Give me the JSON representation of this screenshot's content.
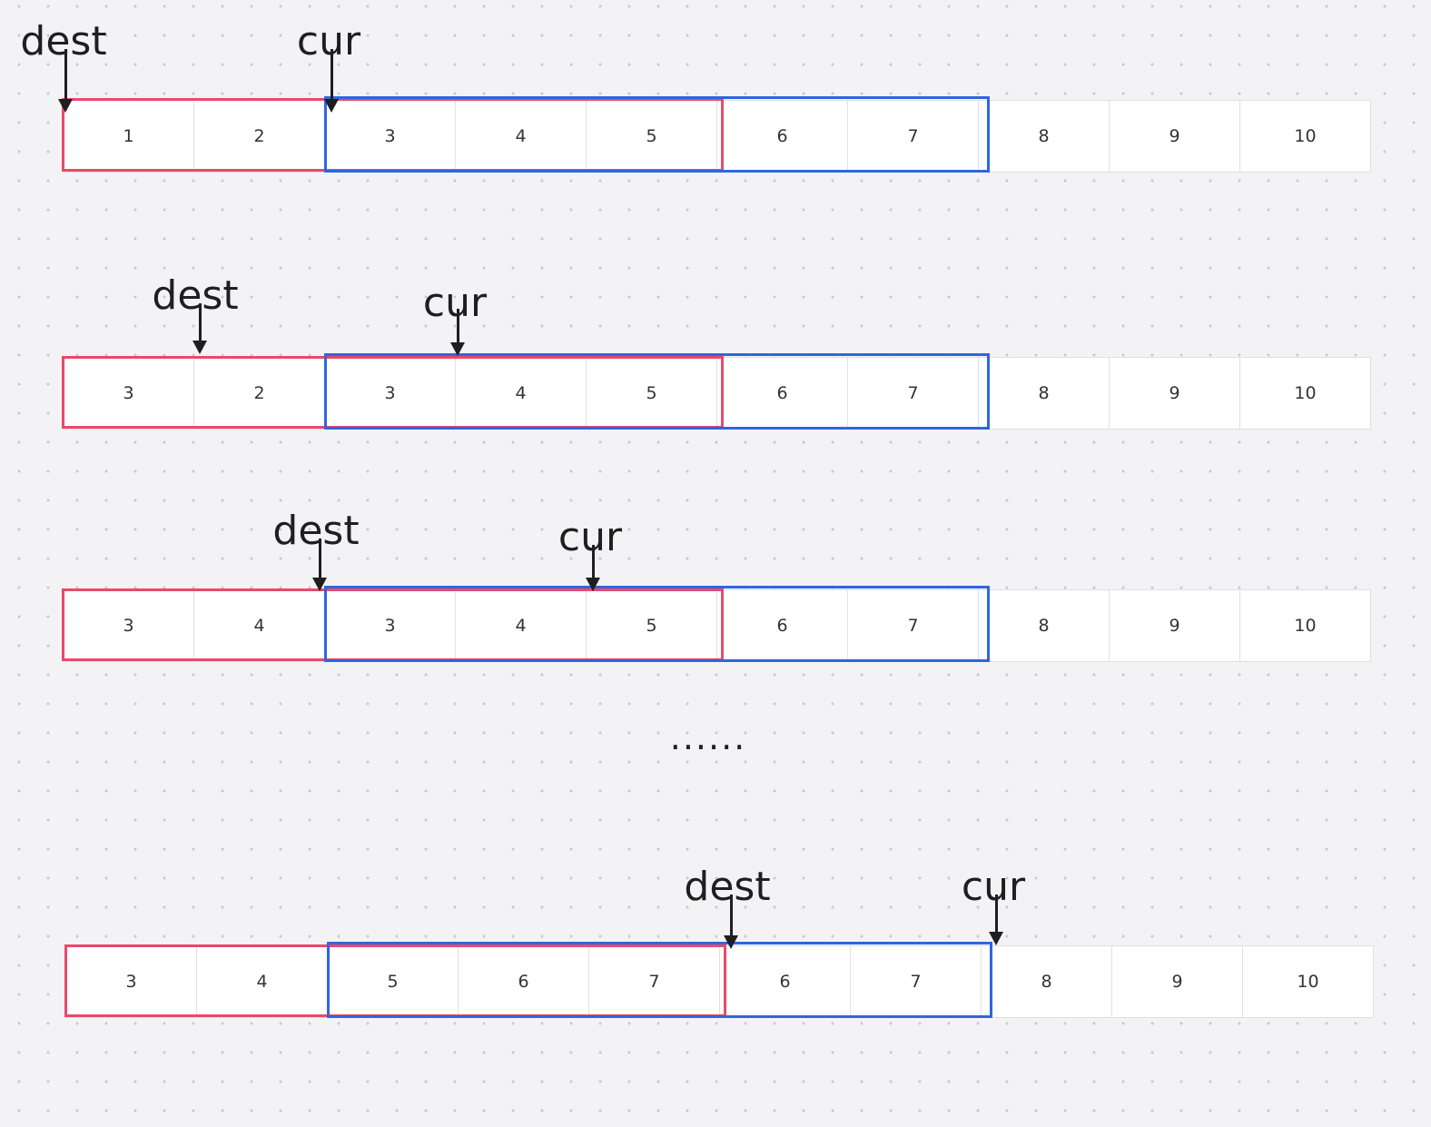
{
  "rows": [
    {
      "cells": [
        "1",
        "2",
        "3",
        "4",
        "5",
        "6",
        "7",
        "8",
        "9",
        "10"
      ],
      "dest_label": "dest",
      "cur_label": "cur"
    },
    {
      "cells": [
        "3",
        "2",
        "3",
        "4",
        "5",
        "6",
        "7",
        "8",
        "9",
        "10"
      ],
      "dest_label": "dest",
      "cur_label": "cur"
    },
    {
      "cells": [
        "3",
        "4",
        "3",
        "4",
        "5",
        "6",
        "7",
        "8",
        "9",
        "10"
      ],
      "dest_label": "dest",
      "cur_label": "cur"
    },
    {
      "cells": [
        "3",
        "4",
        "5",
        "6",
        "7",
        "6",
        "7",
        "8",
        "9",
        "10"
      ],
      "dest_label": "dest",
      "cur_label": "cur"
    }
  ],
  "ellipsis": "......",
  "colors": {
    "dest_range": "#e84a6a",
    "cur_range": "#2f66e0",
    "cell_background": "#ffffff",
    "canvas_background": "#f3f3f5"
  }
}
